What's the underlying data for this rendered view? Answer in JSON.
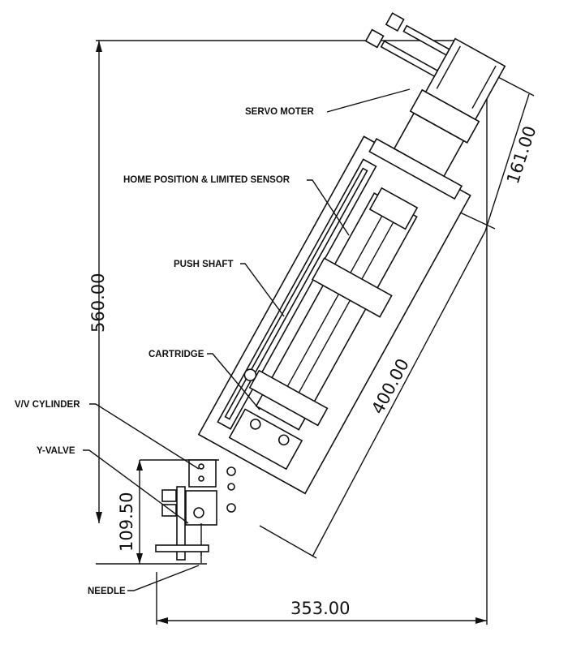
{
  "labels": {
    "servo_motor": "SERVO MOTER",
    "home_sensor": "HOME POSITION & LIMITED SENSOR",
    "push_shaft": "PUSH SHAFT",
    "cartridge": "CARTRIDGE",
    "vv_cylinder": "V/V CYLINDER",
    "y_valve": "Y-VALVE",
    "needle": "NEEDLE"
  },
  "dimensions": {
    "total_height": "560.00",
    "motor_length": "161.00",
    "body_length": "400.00",
    "valve_height": "109.50",
    "total_width": "353.00"
  }
}
